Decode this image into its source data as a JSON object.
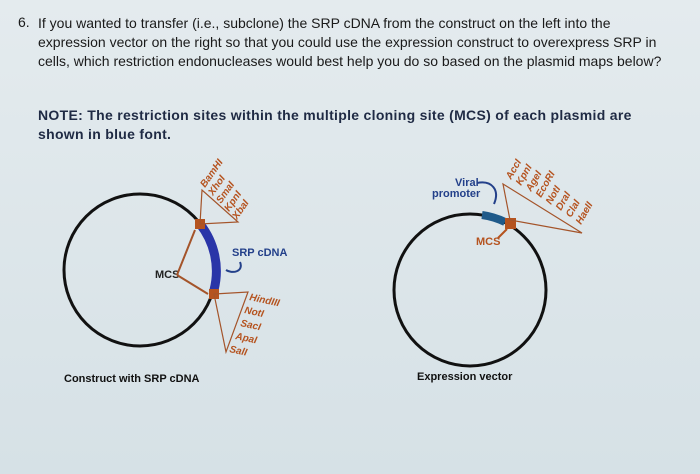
{
  "question": {
    "number": "6.",
    "text": "If you wanted to transfer (i.e., subclone) the SRP cDNA from the construct on the left into the expression vector on the right so that you could use the expression construct to overexpress SRP in cells, which restriction endonucleases would best help you do so based on the plasmid maps below?"
  },
  "note": "NOTE: The restriction sites within the multiple cloning site (MCS) of each plasmid are shown in blue font.",
  "left_plasmid": {
    "caption": "Construct with SRP cDNA",
    "mcs_label": "MCS",
    "insert_label": "SRP cDNA",
    "upstream_sites": [
      "BamHI",
      "XhoI",
      "SmaI",
      "KpnI",
      "XbaI"
    ],
    "downstream_sites": [
      "HindIII",
      "NotI",
      "SacI",
      "ApaI",
      "SalI"
    ]
  },
  "right_plasmid": {
    "caption": "Expression vector",
    "promoter_label_1": "Viral",
    "promoter_label_2": "promoter",
    "mcs_label": "MCS",
    "sites": [
      "AccI",
      "KpnI",
      "AgeI",
      "EcoRI",
      "NotI",
      "DraI",
      "ClaI",
      "HaeII"
    ]
  },
  "colors": {
    "backbone": "#111111",
    "insert": "#2a35a8",
    "mcs": "#b5531f",
    "promoter": "#1f5a8a",
    "label_blue": "#23408a"
  }
}
